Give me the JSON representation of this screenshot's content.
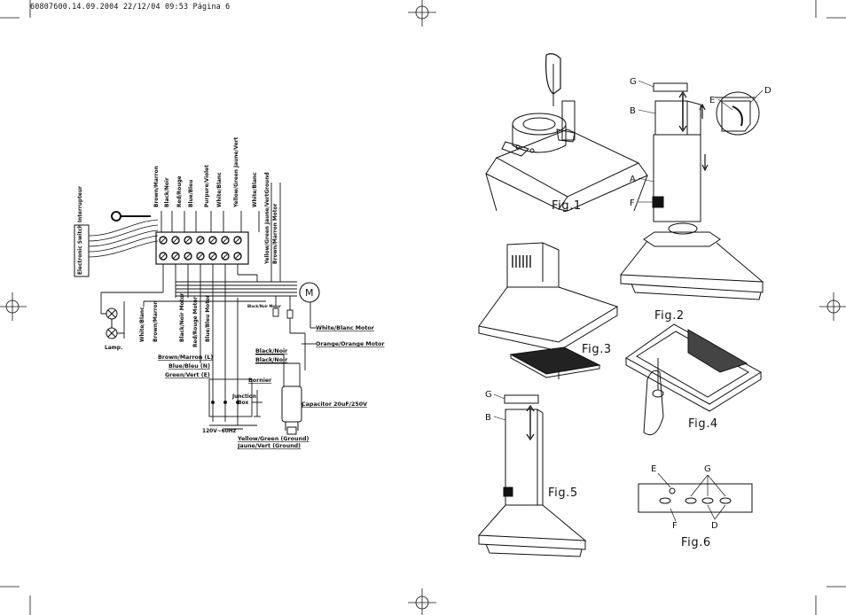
{
  "header": {
    "text": "60807600.14.09.2004  22/12/04  09:53  Página 6"
  },
  "wiring": {
    "top_labels": [
      "Brown/Marron",
      "Black/Noir",
      "Red/Rouge",
      "Blue/Bleu",
      "Purpure/Violet",
      "White/Blanc",
      "Yellow/Green Jaune/Vert",
      "White/Blanc",
      "Yellow/Green Jaune/VertGround",
      "Brown/Marron Motor"
    ],
    "switch_label": "Electronic Switch Interrupteur",
    "motor_symbol": "M",
    "lamp_label": "Lamp.",
    "lamp_wires": [
      "White/Blanc",
      "Brown/Marron"
    ],
    "motor_wires": [
      "Black/Noir Motor",
      "Red/Rouge Motor",
      "Blue/Bleu Motor"
    ],
    "small_label": "Black/Noir Motor",
    "motor_right_labels": [
      "White/Blanc Motor",
      "Orange/Orange Motor"
    ],
    "black_labels": [
      "Black/Noir",
      "Black/Noir"
    ],
    "mains_labels": [
      "Brown/Marron (L)",
      "Blue/Bleu (N)",
      "Green/Vert (E)"
    ],
    "bornier": "Bornier",
    "junction": [
      "Junction",
      "Box"
    ],
    "capacitor": "Capacitor 20uF/250V",
    "supply": "120V~60Hz",
    "ground": [
      "Yellow/Green (Ground)",
      "Jaune/Vert (Ground)"
    ]
  },
  "figures": {
    "fig1": "Fig.1",
    "fig2": "Fig.2",
    "fig3": "Fig.3",
    "fig4": "Fig.4",
    "fig5": "Fig.5",
    "fig6": "Fig.6"
  },
  "letters": {
    "fig2": [
      "G",
      "B",
      "E",
      "D",
      "A",
      "F"
    ],
    "fig5": [
      "G",
      "B"
    ],
    "fig6": [
      "E",
      "G",
      "F",
      "D"
    ]
  }
}
